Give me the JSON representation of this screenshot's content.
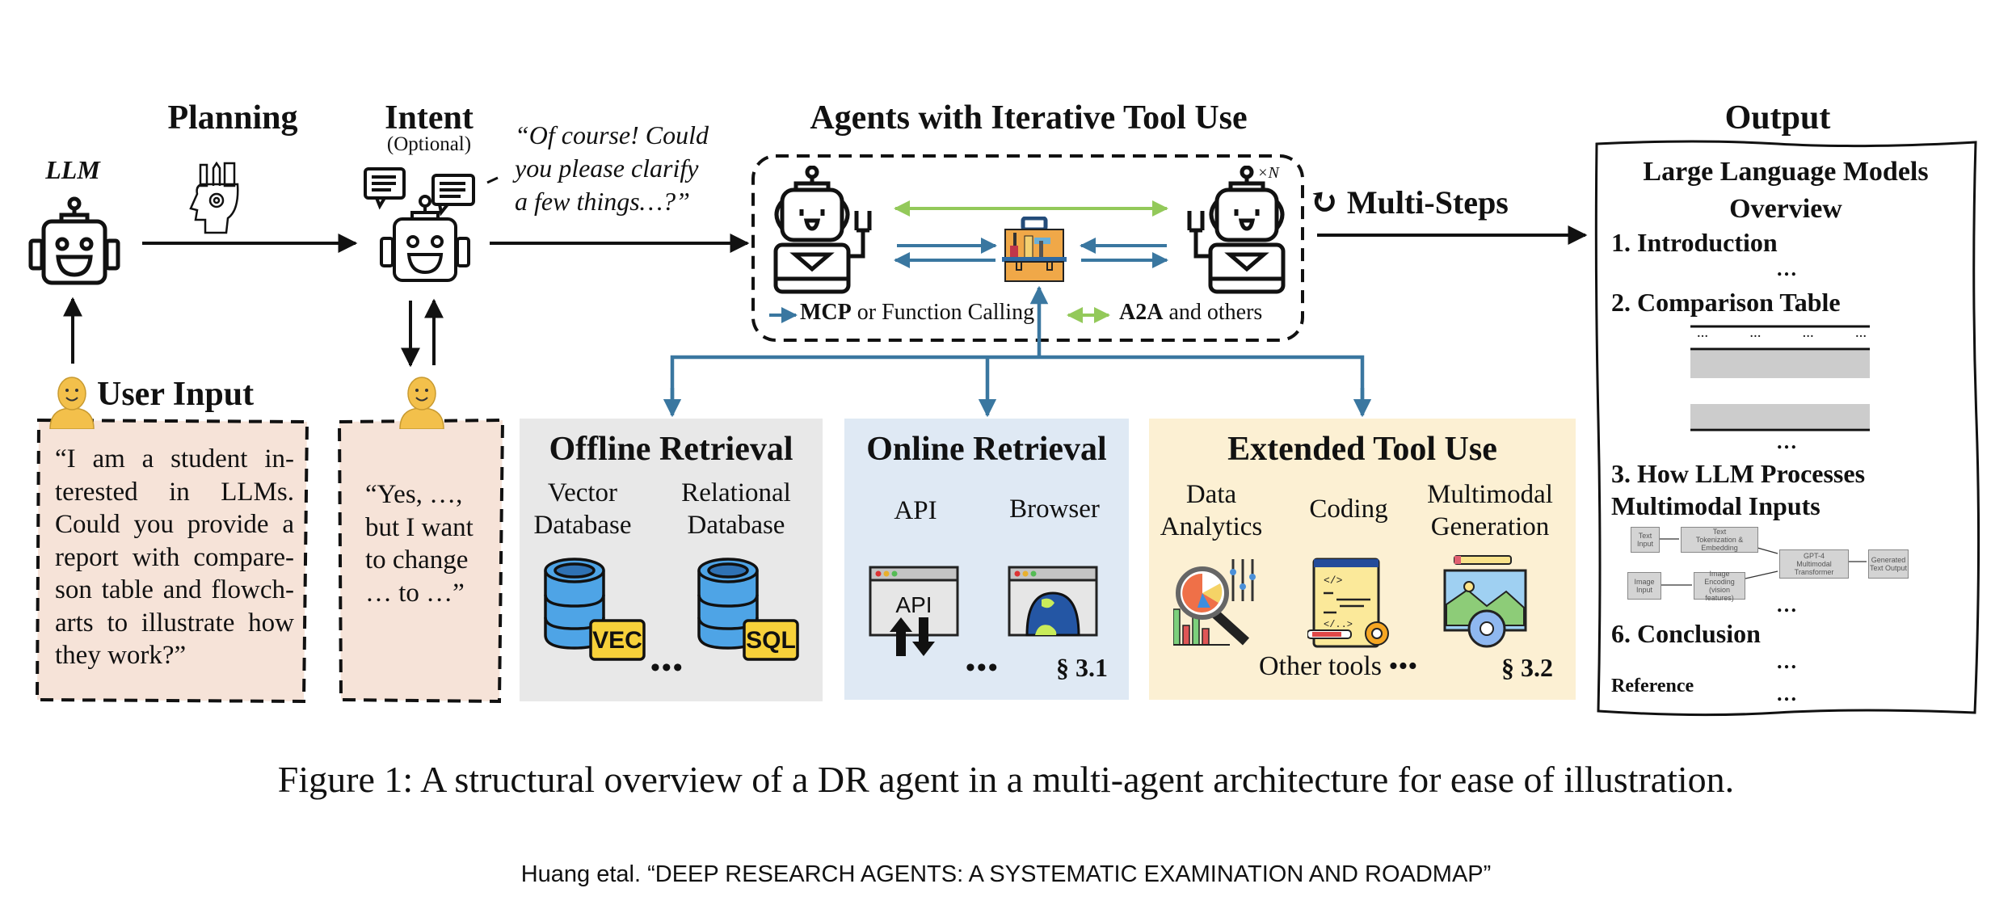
{
  "figure": {
    "caption": "Figure 1: A structural overview of a DR agent in a multi-agent architecture for ease of illustration.",
    "source": "Huang etal. “DEEP RESEARCH AGENTS: A SYSTEMATIC EXAMINATION AND ROADMAP”"
  },
  "stages": {
    "llm_label": "LLM",
    "planning": "Planning",
    "intent": "Intent",
    "intent_sub": "(Optional)",
    "clarify_quote": [
      "“Of course! Could",
      "you please clarify",
      "a few things…?”"
    ],
    "agents_title": "Agents with Iterative Tool Use",
    "agents_count": "×N",
    "legend_mcp_bold": "MCP",
    "legend_mcp_rest": " or Function Calling",
    "legend_a2a_bold": "A2A",
    "legend_a2a_rest": " and others",
    "multi_steps": "Multi-Steps",
    "output": "Output"
  },
  "user_input": {
    "title": "User Input",
    "text": "“I am a student interested in LLMs. Could you provide a report with compareson table and flowcharts to illustrate how they work?”",
    "lines": [
      "“I am a student in-",
      "terested in LLMs.",
      "Could you provide a",
      "report with compare-",
      "son table and flowch-",
      "arts to illustrate how",
      "they work?”"
    ],
    "reply_lines": [
      "“Yes, …,",
      "but I want",
      "to change",
      "… to …”"
    ]
  },
  "panels": {
    "offline": {
      "title": "Offline Retrieval",
      "items": [
        {
          "label": [
            "Vector",
            "Database"
          ],
          "badge": "VEC"
        },
        {
          "label": [
            "Relational",
            "Database"
          ],
          "badge": "SQL"
        }
      ],
      "more": "•••"
    },
    "online": {
      "title": "Online Retrieval",
      "items": [
        {
          "label": [
            "API"
          ],
          "icon_text": "API"
        },
        {
          "label": [
            "Browser"
          ]
        }
      ],
      "more": "•••",
      "section": "§ 3.1"
    },
    "extended": {
      "title": "Extended Tool Use",
      "items": [
        {
          "label": [
            "Data",
            "Analytics"
          ]
        },
        {
          "label": [
            "Coding"
          ]
        },
        {
          "label": [
            "Multimodal",
            "Generation"
          ]
        }
      ],
      "more": "Other tools •••",
      "section": "§ 3.2"
    }
  },
  "report": {
    "title": [
      "Large Language Models",
      "Overview"
    ],
    "sections": [
      "1. Introduction",
      "2. Comparison Table",
      "3. How LLM Processes",
      "Multimodal Inputs",
      "6. Conclusion",
      "Reference"
    ],
    "ellipsis": "…",
    "table_header_cells": [
      "…",
      "…",
      "…",
      "…"
    ],
    "flow": {
      "text_input": "Text Input",
      "text_tok": [
        "Text",
        "Tokenization & Embedding"
      ],
      "image_input": "Image Input",
      "image_enc": [
        "Image Encoding",
        "(vision features)"
      ],
      "model": [
        "GPT-4",
        "Multimodal Transformer"
      ],
      "output": [
        "Generated",
        "Text Output"
      ]
    }
  },
  "colors": {
    "blue_arrow": "#3a77a0",
    "green_arrow": "#93c95a",
    "offline_bg": "#e8e8e8",
    "online_bg": "#dfe9f4",
    "extended_bg": "#fcf0d3",
    "user_bg": "#f6e3d8",
    "person": "#f3c04b"
  }
}
